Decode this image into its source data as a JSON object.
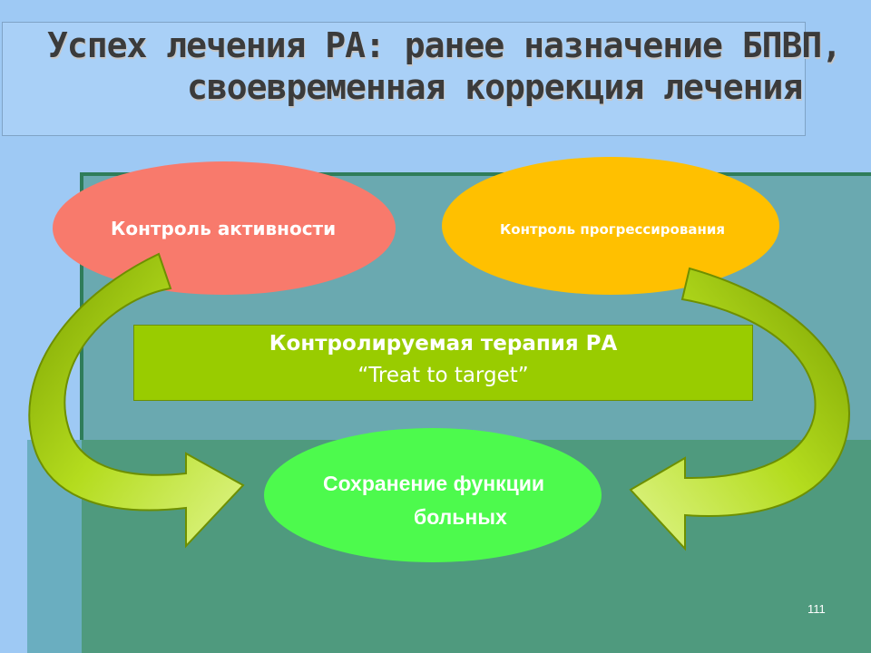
{
  "title": {
    "line1": "Успех лечения РА: ранее назначение БПВП,",
    "line2": "своевременная коррекция лечения"
  },
  "nodes": {
    "activity_control": "Контроль активности",
    "progression_control": "Контроль прогрессирования",
    "therapy_line1": "Контролируемая терапия РА",
    "therapy_line2": "“Treat to target”",
    "function_line1": "Сохранение функции",
    "function_line2": "больных"
  },
  "page_number": "111",
  "colors": {
    "activity_oval": "#f87a6c",
    "progression_oval": "#ffc000",
    "function_oval": "#4dfa4d",
    "therapy_box": "#99cc00",
    "arrow": "#99cc00"
  }
}
